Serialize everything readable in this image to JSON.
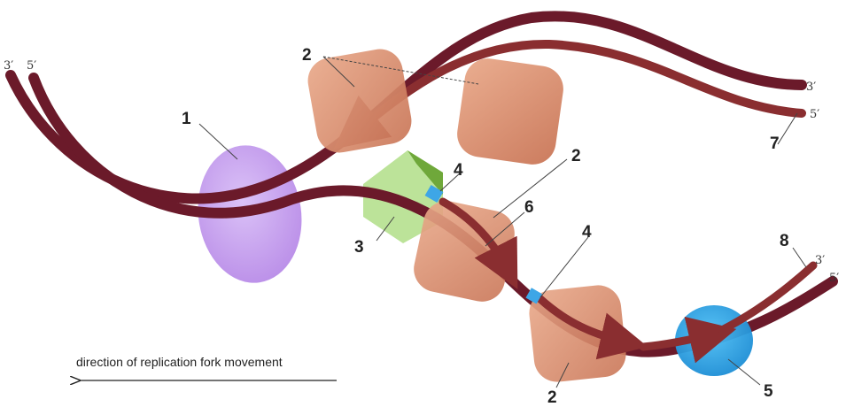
{
  "caption": "direction of replication fork movement",
  "ends": {
    "left_top_3": "3′",
    "left_top_5": "5′",
    "right_top_3": "3′",
    "right_top_5": "5′",
    "right_bottom_3": "3′",
    "right_bottom_5": "5′"
  },
  "labels": {
    "helicase": "1",
    "polymerase_top": "2",
    "polymerase_mid": "2",
    "polymerase_bottom": "2",
    "primase": "3",
    "primer_upper": "4",
    "primer_lower": "4",
    "ligase": "5",
    "okazaki_fragment": "6",
    "leading_strand": "7",
    "lagging_strand": "8"
  },
  "colors": {
    "dna": "#6b1a2a",
    "new_strand": "#8a2e30",
    "polymerase": "#d4896a",
    "helicase": "#c7a3f0",
    "primase": "#b5e08e",
    "primer": "#3ea6e6",
    "ligase": "#2aa6e8"
  }
}
